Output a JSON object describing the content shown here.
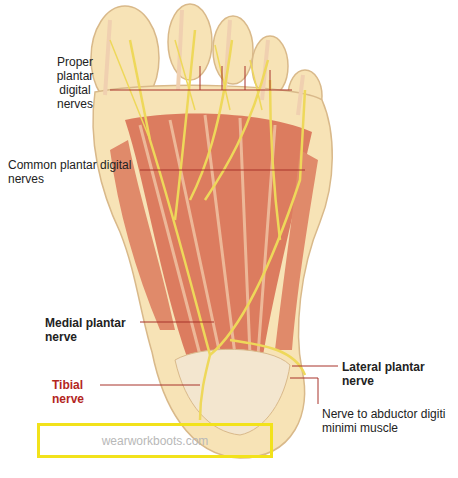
{
  "diagram": {
    "nodes": [
      {
        "text": [
          "wearworkboots.com"
        ]
      }
    ],
    "labels": [
      "Proper plantar digital nerves",
      "Common plantar digital nerves",
      "Medial plantar nerve",
      "Tibial nerve",
      "Lateral plantar nerve",
      "Nerve to abductor digiti minimi muscle"
    ]
  }
}
